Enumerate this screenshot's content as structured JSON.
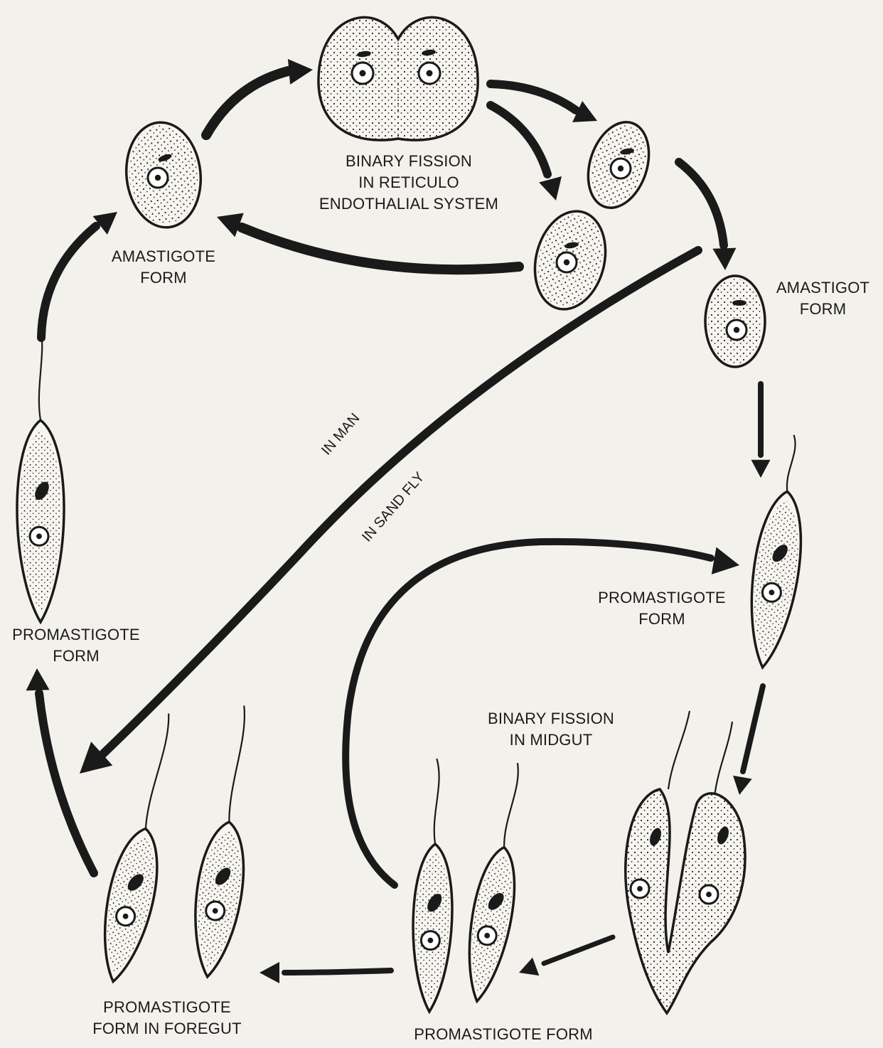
{
  "labels": {
    "binary_fission_res": [
      "BINARY FISSION",
      "IN RETICULO",
      "ENDOTHALIAL   SYSTEM"
    ],
    "amastigote_form_left": [
      "AMASTIGOTE",
      "FORM"
    ],
    "amastigot_form_right": [
      "AMASTIGOT",
      "FORM"
    ],
    "promastigote_form_left": [
      "PROMASTIGOTE",
      "FORM"
    ],
    "promastigote_form_right": [
      "PROMASTIGOTE",
      "FORM"
    ],
    "binary_fission_midgut": [
      "BINARY FISSION",
      "IN MIDGUT"
    ],
    "promastigote_foregut": [
      "PROMASTIGOTE",
      "FORM IN FOREGUT"
    ],
    "promastigote_form_bottom": "PROMASTIGOTE  FORM",
    "in_man": "IN MAN",
    "in_sand_fly": "IN SAND FLY"
  },
  "colors": {
    "background": "#f3f1ec",
    "ink": "#1a1a1a",
    "cell_fill": "#f7f5f0"
  }
}
